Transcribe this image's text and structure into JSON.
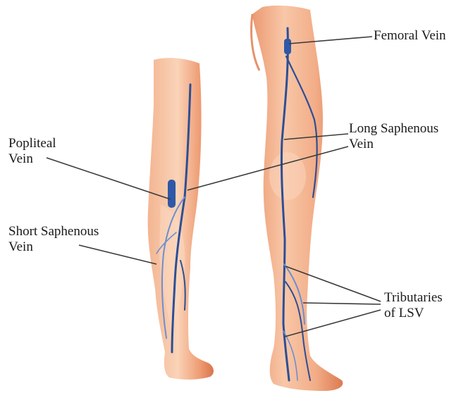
{
  "labels": {
    "femoral_vein": "Femoral Vein",
    "long_saphenous": [
      "Long Saphenous",
      "Vein"
    ],
    "popliteal": [
      "Popliteal",
      "Vein"
    ],
    "short_saphenous": [
      "Short Saphenous",
      "Vein"
    ],
    "tributaries": [
      "Tributaries",
      "of LSV"
    ]
  },
  "colors": {
    "skin_light": "#f6c4a3",
    "skin_mid": "#ee9a73",
    "skin_dark": "#d9744d",
    "vein": "#2c4f96",
    "vein_light": "#6d8ed0",
    "leader": "#3a3a3a"
  }
}
